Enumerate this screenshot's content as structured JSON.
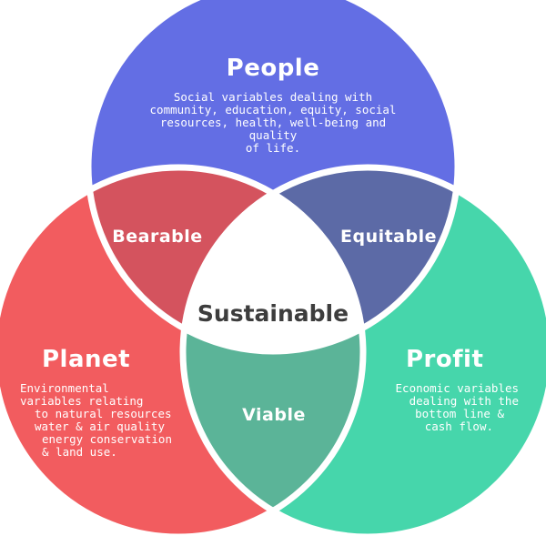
{
  "circles": {
    "people": {
      "title": "People",
      "description": [
        "Social variables dealing with",
        "community, education, equity, social",
        "resources, health, well-being and quality",
        "of life."
      ],
      "color": "#636ee4"
    },
    "planet": {
      "title": "Planet",
      "description": [
        "Environmental",
        "variables relating",
        "to natural resources",
        "water & air quality",
        "energy conservation",
        "& land use."
      ],
      "color": "#f25c5f"
    },
    "profit": {
      "title": "Profit",
      "description": [
        "Economic variables",
        "dealing with the",
        "bottom line &",
        "cash flow."
      ],
      "color": "#46d6ab"
    }
  },
  "overlaps": {
    "bearable": {
      "label": "Bearable",
      "color": "#d4535e"
    },
    "equitable": {
      "label": "Equitable",
      "color": "#5c6aa6"
    },
    "viable": {
      "label": "Viable",
      "color": "#5bb498"
    }
  },
  "center": {
    "label": "Sustainable",
    "color": "#ffffff"
  },
  "outline_color": "#ffffff"
}
